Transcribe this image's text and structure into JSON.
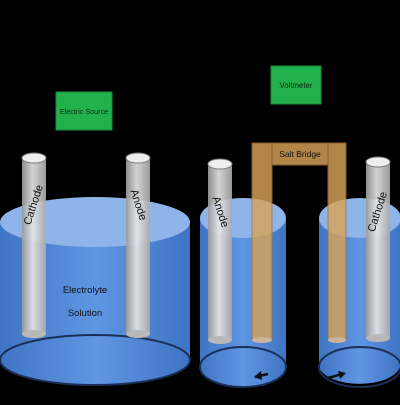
{
  "labels": {
    "electric_source": "Electric Source",
    "voltmeter": "Voltmeter",
    "salt_bridge": "Salt Bridge",
    "electrolyte_line1": "Electrolyte",
    "electrolyte_line2": "Solution",
    "cell1_cathode": "Cathode",
    "cell1_anode": "Anode",
    "cell2_anode": "Anode",
    "cell3_cathode": "Cathode"
  },
  "colors": {
    "background": "#000000",
    "label_box": "#22b14c",
    "liquid": "#4f86d6",
    "liquid_top": "#8fb4ea",
    "electrode": "#c8c8c8",
    "salt_bridge": "#d9a35a"
  }
}
